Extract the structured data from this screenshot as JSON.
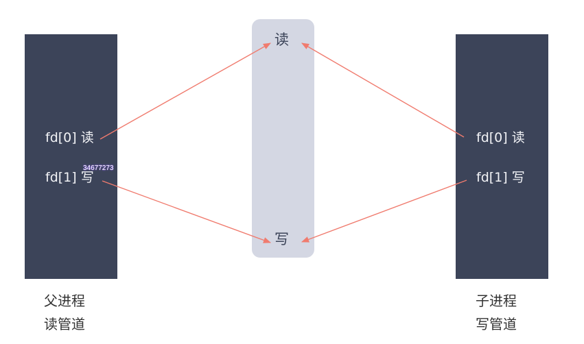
{
  "pipe": {
    "read_label": "读",
    "write_label": "写"
  },
  "parent": {
    "fd_read": "fd[0] 读",
    "fd_write": "fd[1] 写",
    "caption_line1": "父进程",
    "caption_line2": "读管道"
  },
  "child": {
    "fd_read": "fd[0] 读",
    "fd_write": "fd[1] 写",
    "caption_line1": "子进程",
    "caption_line2": "写管道"
  },
  "watermark": "34677273",
  "colors": {
    "process_box": "#3c4459",
    "pipe": "#d4d7e3",
    "arrow": "#f07b6e",
    "fd_text": "#f2f3f6"
  }
}
